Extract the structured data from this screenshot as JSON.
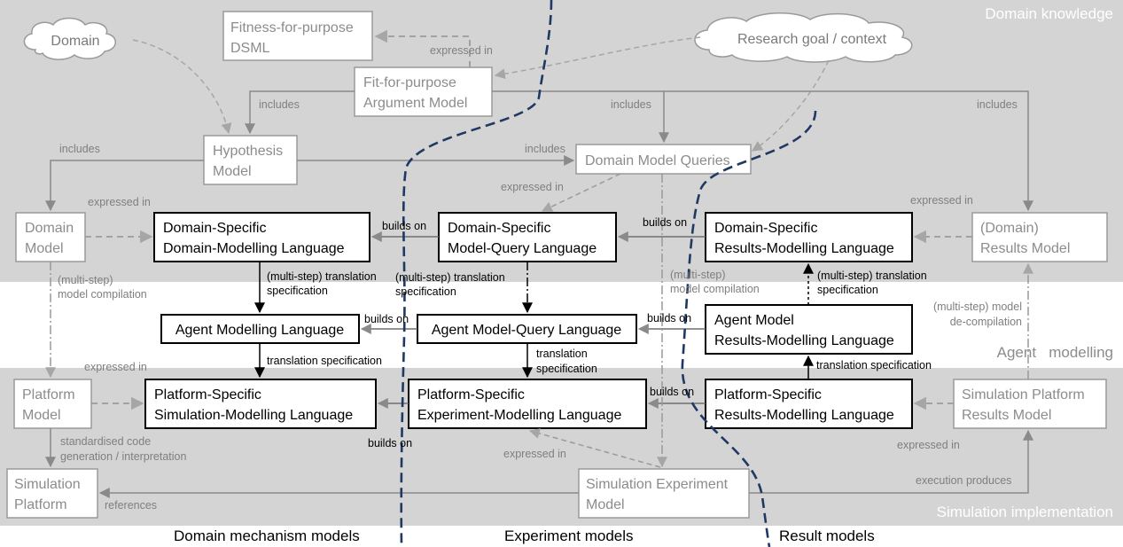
{
  "zones": {
    "domain_knowledge": "Domain knowledge",
    "agent_modelling": "Agent   modelling",
    "simulation_implementation": "Simulation implementation"
  },
  "clouds": {
    "domain": "Domain",
    "research_goal": "Research goal / context"
  },
  "boxes": {
    "fitness_dsml": [
      "Fitness-for-purpose",
      "DSML"
    ],
    "argument_model": [
      "Fit-for-purpose",
      "Argument Model"
    ],
    "hypothesis_model": [
      "Hypothesis",
      "Model"
    ],
    "domain_model_queries": [
      "Domain Model Queries"
    ],
    "domain_model": [
      "Domain",
      "Model"
    ],
    "ds_dml": [
      "Domain-Specific",
      "Domain-Modelling Language"
    ],
    "ds_mql": [
      "Domain-Specific",
      "Model-Query Language"
    ],
    "ds_rml": [
      "Domain-Specific",
      "Results-Modelling Language"
    ],
    "domain_results_model": [
      "(Domain)",
      "Results Model"
    ],
    "agent_ml": [
      "Agent Modelling Language"
    ],
    "agent_mql": [
      "Agent Model-Query Language"
    ],
    "agent_rml": [
      "Agent Model",
      "Results-Modelling Language"
    ],
    "platform_model": [
      "Platform",
      "Model"
    ],
    "ps_sml": [
      "Platform-Specific",
      "Simulation-Modelling Language"
    ],
    "ps_eml": [
      "Platform-Specific",
      "Experiment-Modelling Language"
    ],
    "ps_rml": [
      "Platform-Specific",
      "Results-Modelling Language"
    ],
    "sim_platform_results": [
      "Simulation Platform",
      "Results Model"
    ],
    "sim_platform": [
      "Simulation",
      "Platform"
    ],
    "sim_experiment_model": [
      "Simulation Experiment",
      "Model"
    ]
  },
  "edge_labels": {
    "expressed_in": "expressed in",
    "includes": "includes",
    "builds_on": "builds on",
    "multi_translation": [
      "(multi-step) translation",
      "specification"
    ],
    "translation_spec": "translation specification",
    "translation_spec_split": [
      "translation",
      "specification"
    ],
    "multi_compilation": [
      "(multi-step)",
      "model compilation"
    ],
    "multi_decompilation": [
      "(multi-step) model",
      "de-compilation"
    ],
    "code_generation": [
      "standardised code",
      "generation / interpretation"
    ],
    "references": "references",
    "execution_produces": "execution produces"
  },
  "captions": {
    "domain_mechanism": "Domain mechanism models",
    "experiment": "Experiment models",
    "result": "Result models"
  },
  "colors": {
    "band_grey": "#d4d4d4",
    "band_white": "#ffffff",
    "primary_border": "#000000",
    "secondary_border": "#9a9a9a",
    "grey_edge": "#8a8a8a",
    "dashed_edge": "#9a9a9a",
    "separator": "#1f3864"
  }
}
